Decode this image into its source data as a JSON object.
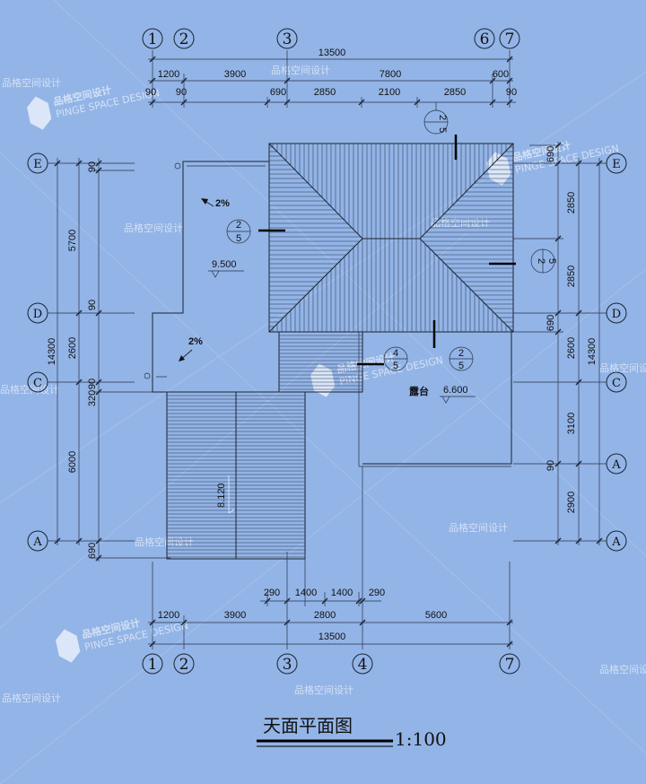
{
  "drawing": {
    "title": "天面平面图",
    "scale": "1:100",
    "grid_top": [
      "1",
      "2",
      "3",
      "6",
      "7"
    ],
    "grid_bottom": [
      "1",
      "2",
      "3",
      "4",
      "7"
    ],
    "grid_left": [
      "E",
      "D",
      "C",
      "A"
    ],
    "grid_right": [
      "E",
      "D",
      "C",
      "A",
      "A"
    ],
    "dims_top_total": "13500",
    "dims_top_row2": [
      "1200",
      "3900",
      "7800",
      "600"
    ],
    "dims_top_row3": [
      "90",
      "90",
      "690",
      "2850",
      "2100",
      "2850",
      "90"
    ],
    "dims_bottom_row1": [
      "290",
      "1400",
      "1400",
      "290"
    ],
    "dims_bottom_row2": [
      "1200",
      "3900",
      "2800",
      "5600"
    ],
    "dims_bottom_total": "13500",
    "dims_left_outer": "14300",
    "dims_left_inner": [
      "90",
      "5700",
      "90",
      "2600",
      "320",
      "90",
      "6000",
      "690"
    ],
    "dims_right_outer": "14300",
    "dims_right_inner": [
      "690",
      "2850",
      "2850",
      "690",
      "2600",
      "3100",
      "90",
      "2900"
    ],
    "slopes": [
      "2%",
      "2%"
    ],
    "elevations": [
      "9.500",
      "6.600",
      "8.120"
    ],
    "room_label": "露台",
    "section_marks": [
      {
        "num": "2",
        "den": "5"
      },
      {
        "num": "2",
        "den": "5"
      },
      {
        "num": "2",
        "den": "5"
      },
      {
        "num": "4",
        "den": "5"
      },
      {
        "num": "2",
        "den": "5"
      }
    ],
    "watermark_cn": "品格空间设计",
    "watermark_en": "PINGE SPACE DESIGN",
    "watermark_logo": "品格空间设计"
  }
}
